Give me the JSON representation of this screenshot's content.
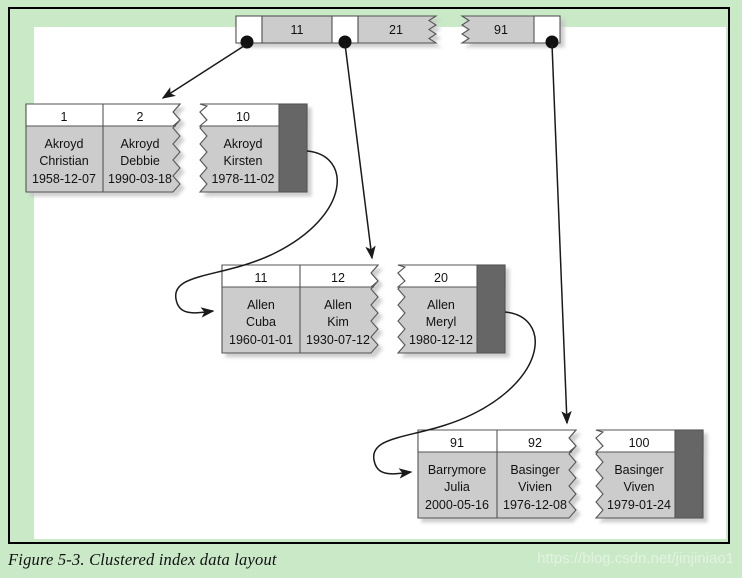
{
  "figure": {
    "caption": "Figure 5-3. Clustered index data layout",
    "watermark": "https://blog.csdn.net/jinjiniao1"
  },
  "colors": {
    "page_background": "#c9e9c7",
    "canvas": "#ffffff",
    "frame_border": "#000000",
    "cell_fill": "#cccccc",
    "key_fill": "#ffffff",
    "dark_panel": "#666666",
    "line": "#1a1a1a",
    "watermark_text": "#e3f2e1"
  },
  "root_node": {
    "name": "root-index-node",
    "truncated": true,
    "segments": [
      {
        "pointers_and_keys": [
          {
            "type": "pointer",
            "label": "",
            "has_dot": true
          },
          {
            "type": "key",
            "label": "11"
          },
          {
            "type": "pointer",
            "label": "",
            "has_dot": true
          },
          {
            "type": "key",
            "label": "21"
          }
        ]
      },
      {
        "pointers_and_keys": [
          {
            "type": "key",
            "label": "91"
          },
          {
            "type": "pointer",
            "label": "",
            "has_dot": true
          }
        ]
      }
    ]
  },
  "leaf_nodes": [
    {
      "name": "leaf-node-akroyd",
      "truncated": true,
      "has_dark_panel": true,
      "group_a": [
        {
          "key": "1",
          "lines": [
            "Akroyd",
            "Christian",
            "1958-12-07"
          ]
        },
        {
          "key": "2",
          "lines": [
            "Akroyd",
            "Debbie",
            "1990-03-18"
          ]
        }
      ],
      "group_b": [
        {
          "key": "10",
          "lines": [
            "Akroyd",
            "Kirsten",
            "1978-11-02"
          ]
        }
      ]
    },
    {
      "name": "leaf-node-allen",
      "truncated": true,
      "has_dark_panel": true,
      "group_a": [
        {
          "key": "11",
          "lines": [
            "Allen",
            "Cuba",
            "1960-01-01"
          ]
        },
        {
          "key": "12",
          "lines": [
            "Allen",
            "Kim",
            "1930-07-12"
          ]
        }
      ],
      "group_b": [
        {
          "key": "20",
          "lines": [
            "Allen",
            "Meryl",
            "1980-12-12"
          ]
        }
      ]
    },
    {
      "name": "leaf-node-barrymore-basinger",
      "truncated": true,
      "has_dark_panel": true,
      "group_a": [
        {
          "key": "91",
          "lines": [
            "Barrymore",
            "Julia",
            "2000-05-16"
          ]
        },
        {
          "key": "92",
          "lines": [
            "Basinger",
            "Vivien",
            "1976-12-08"
          ]
        }
      ],
      "group_b": [
        {
          "key": "100",
          "lines": [
            "Basinger",
            "Viven",
            "1979-01-24"
          ]
        }
      ]
    }
  ],
  "connectors": [
    {
      "name": "root-pointer-1-to-leaf-akroyd",
      "kind": "arrow"
    },
    {
      "name": "root-pointer-2-to-leaf-allen",
      "kind": "arrow"
    },
    {
      "name": "root-pointer-3-to-leaf-basinger",
      "kind": "arrow"
    },
    {
      "name": "leaf-akroyd-next-to-leaf-allen",
      "kind": "curve"
    },
    {
      "name": "leaf-allen-next-to-leaf-basinger",
      "kind": "curve"
    }
  ]
}
